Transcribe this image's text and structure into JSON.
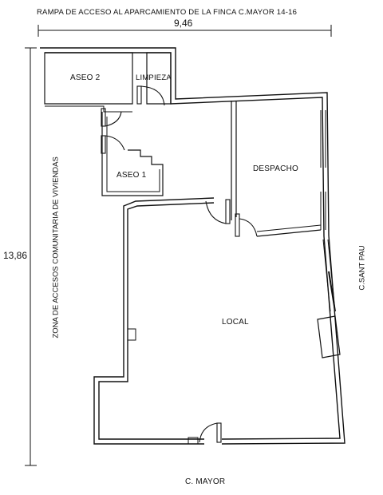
{
  "title": "RAMPA DE ACCESO AL APARCAMIENTO DE LA FINCA C.MAYOR 14-16",
  "dimensions": {
    "width": "9,46",
    "height": "13,86"
  },
  "rooms": {
    "aseo2": "ASEO 2",
    "limpieza": "LIMPIEZA",
    "aseo1": "ASEO 1",
    "despacho": "DESPACHO",
    "local": "LOCAL"
  },
  "streets": {
    "left_side": "ZONA DE ACCESOS COMUNITARIA DE VIVIENDAS",
    "right_side": "C.SANT PAU",
    "bottom": "C. MAYOR"
  }
}
